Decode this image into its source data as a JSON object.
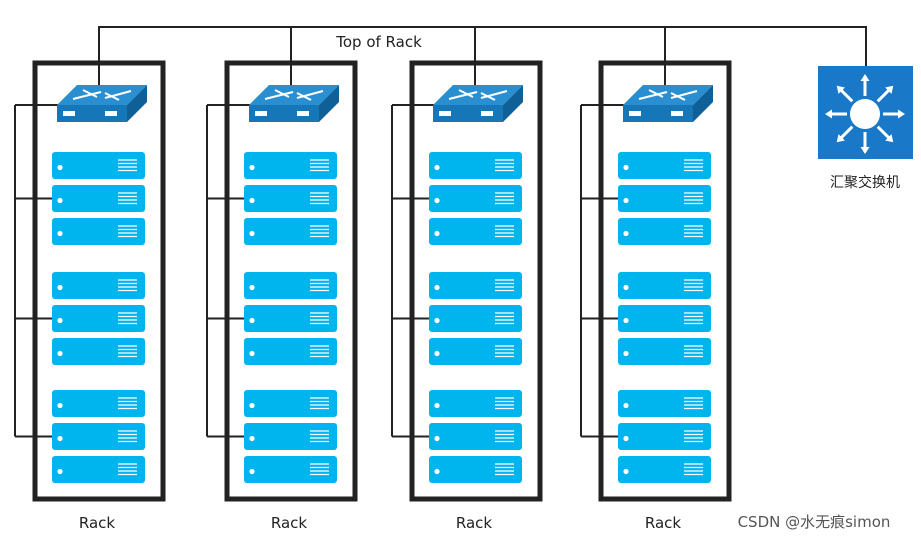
{
  "diagram": {
    "top_label": "Top of Rack",
    "aggregation_switch_label": "汇聚交换机",
    "watermark": "CSDN @水无痕simon",
    "racks": [
      {
        "label": "Rack",
        "server_groups": 3,
        "servers_per_group": 3
      },
      {
        "label": "Rack",
        "server_groups": 3,
        "servers_per_group": 3
      },
      {
        "label": "Rack",
        "server_groups": 3,
        "servers_per_group": 3
      },
      {
        "label": "Rack",
        "server_groups": 3,
        "servers_per_group": 3
      }
    ],
    "colors": {
      "server": "#00b4ee",
      "switch_top": "#2a8fd0",
      "switch_front": "#1677b8",
      "aggregation": "#1a78c8",
      "frame": "#222222",
      "line": "#222222"
    }
  }
}
